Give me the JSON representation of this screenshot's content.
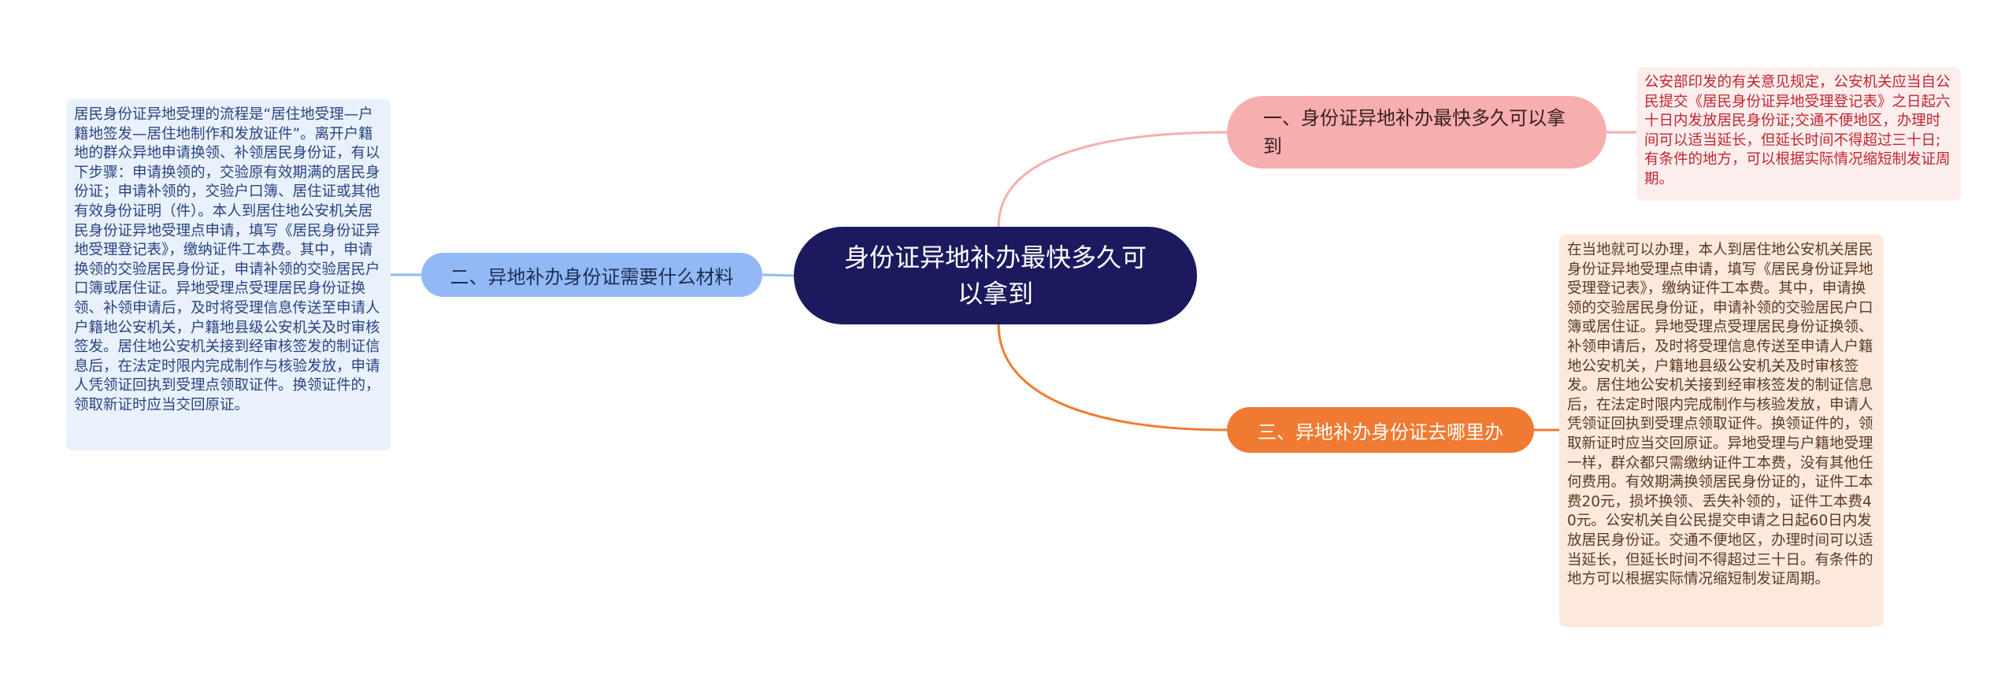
{
  "center": {
    "title": "身份证异地补办最快多久可以拿到"
  },
  "branches": [
    {
      "label": "一、身份证异地补办最快多久可以拿到",
      "color": "#f7aeae",
      "detail": "公安部印发的有关意见规定，公安机关应当自公民提交《居民身份证异地受理登记表》之日起六十日内发放居民身份证;交通不便地区，办理时间可以适当延长，但延长时间不得超过三十日;有条件的地方，可以根据实际情况缩短制发证周期。"
    },
    {
      "label": "二、异地补办身份证需要什么材料",
      "color": "#92b9f6",
      "detail": "居民身份证异地受理的流程是“居住地受理—户籍地签发—居住地制作和发放证件”。离开户籍地的群众异地申请换领、补领居民身份证，有以下步骤：申请换领的，交验原有效期满的居民身份证；申请补领的，交验户口簿、居住证或其他有效身份证明（件）。本人到居住地公安机关居民身份证异地受理点申请，填写《居民身份证异地受理登记表》，缴纳证件工本费。其中，申请换领的交验居民身份证，申请补领的交验居民户口簿或居住证。异地受理点受理居民身份证换领、补领申请后，及时将受理信息传送至申请人户籍地公安机关，户籍地县级公安机关及时审核签发。居住地公安机关接到经审核签发的制证信息后，在法定时限内完成制作与核验发放，申请人凭领证回执到受理点领取证件。换领证件的，领取新证时应当交回原证。"
    },
    {
      "label": "三、异地补办身份证去哪里办",
      "color": "#f17a32",
      "detail": "在当地就可以办理，本人到居住地公安机关居民身份证异地受理点申请，填写《居民身份证异地受理登记表》，缴纳证件工本费。其中，申请换领的交验居民身份证，申请补领的交验居民户口簿或居住证。异地受理点受理居民身份证换领、补领申请后，及时将受理信息传送至申请人户籍地公安机关，户籍地县级公安机关及时审核签发。居住地公安机关接到经审核签发的制证信息后，在法定时限内完成制作与核验发放，申请人凭领证回执到受理点领取证件。换领证件的，领取新证时应当交回原证。异地受理与户籍地受理一样，群众都只需缴纳证件工本费，没有其他任何费用。有效期满换领居民身份证的，证件工本费20元，损坏换领、丢失补领的，证件工本费40元。公安机关自公民提交申请之日起60日内发放居民身份证。交通不便地区，办理时间可以适当延长，但延长时间不得超过三十日。有条件的地方可以根据实际情况缩短制发证周期。"
    }
  ]
}
